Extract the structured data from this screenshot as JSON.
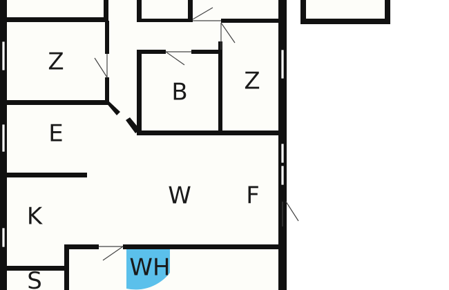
{
  "floor_plan": {
    "colors": {
      "background": "#ffffff",
      "floor": "#fdfdf9",
      "wall": "#111111",
      "door_swing": "#444444",
      "wet_area_highlight": "#5bc0eb"
    },
    "rooms": {
      "bedroom_top_left": "Z",
      "bedroom_right": "Z",
      "bathroom": "B",
      "entrance": "E",
      "living_room": "W",
      "hallway": "F",
      "kitchen": "K",
      "utility": "WH",
      "storage": "S"
    }
  }
}
